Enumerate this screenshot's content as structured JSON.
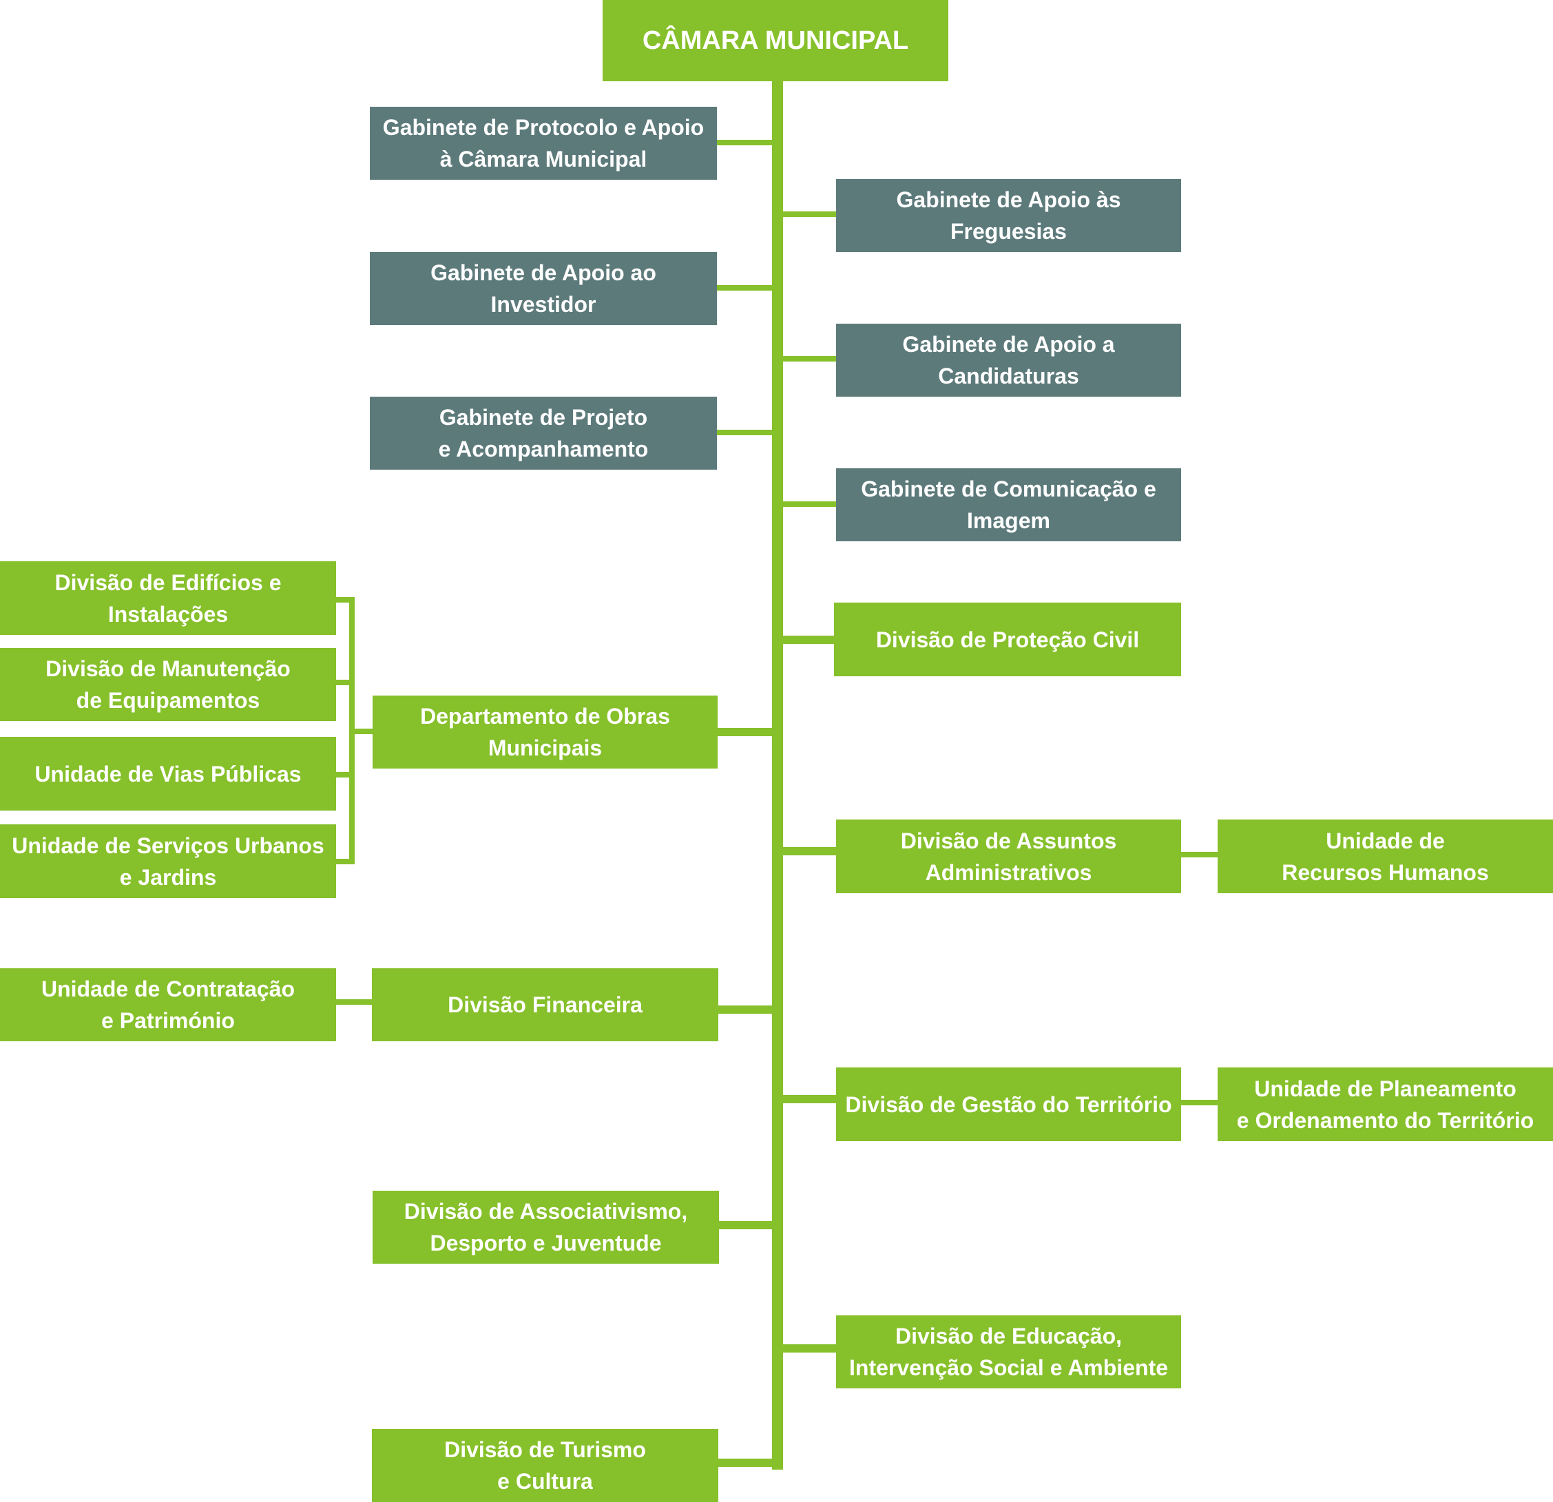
{
  "colors": {
    "primary_green": "#86c02a",
    "office_slate": "#5d7a7b",
    "text": "#ffffff"
  },
  "root": {
    "label": "CÂMARA MUNICIPAL"
  },
  "offices": {
    "protocolo": "Gabinete de Protocolo e Apoio\nà Câmara Municipal",
    "freguesias": "Gabinete de Apoio às\nFreguesias",
    "investidor": "Gabinete de Apoio ao\nInvestidor",
    "candidaturas": "Gabinete de Apoio a\nCandidaturas",
    "projeto": "Gabinete de Projeto\ne Acompanhamento",
    "comunicacao": "Gabinete de Comunicação e\nImagem"
  },
  "divisions": {
    "protecao_civil": "Divisão de Proteção Civil",
    "obras": "Departamento de Obras\nMunicipais",
    "assuntos_admin": "Divisão de Assuntos\nAdministrativos",
    "financeira": "Divisão Financeira",
    "gestao_territorio": "Divisão de Gestão do Território",
    "associativismo": "Divisão de Associativismo,\nDesporto e Juventude",
    "educacao": "Divisão de Educação,\nIntervenção Social e Ambiente",
    "turismo": "Divisão de Turismo\ne Cultura"
  },
  "units": {
    "edificios": "Divisão de Edifícios e\nInstalações",
    "manutencao": "Divisão de Manutenção\nde Equipamentos",
    "vias_publicas": "Unidade de Vias Públicas",
    "servicos_urbanos": "Unidade de Serviços Urbanos\ne Jardins",
    "contratacao": "Unidade de Contratação\ne Património",
    "recursos_humanos": "Unidade de\nRecursos Humanos",
    "planeamento": "Unidade de Planeamento\ne Ordenamento do Território"
  }
}
